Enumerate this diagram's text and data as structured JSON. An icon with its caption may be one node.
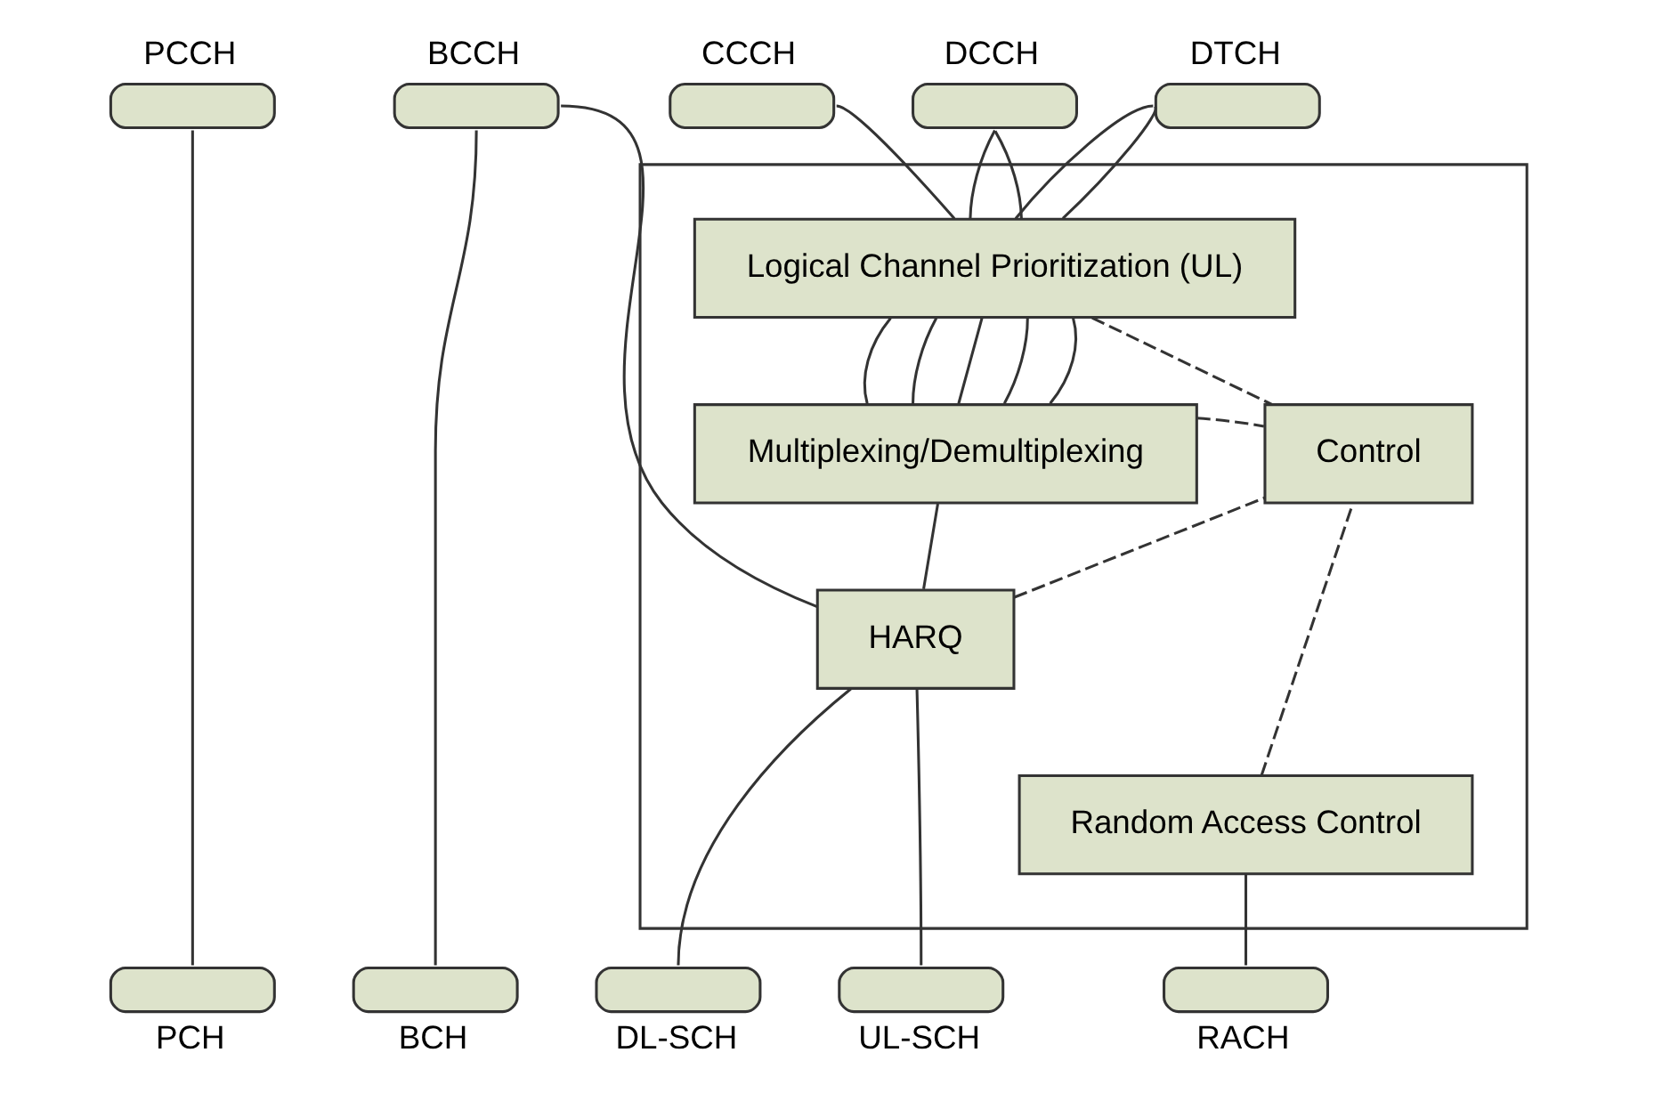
{
  "diagram": {
    "nodes": [
      {
        "text": [
          "PCCH"
        ]
      },
      {
        "text": [
          "BCCH"
        ]
      },
      {
        "text": [
          "CCCH"
        ]
      },
      {
        "text": [
          "DCCH"
        ]
      },
      {
        "text": [
          "DTCH"
        ]
      },
      {
        "text": [],
        "shape": "box"
      },
      {
        "text": [
          "Logical Channel Prioritization (UL)"
        ],
        "in": 5
      },
      {
        "text": [
          "Multiplexing/Demultiplexing"
        ],
        "in": 5
      },
      {
        "text": [
          "Control"
        ],
        "in": 5
      },
      {
        "text": [
          "HARQ"
        ],
        "in": 5
      },
      {
        "text": [
          "Random Access Control"
        ],
        "in": 5
      },
      {
        "text": [
          "PCH"
        ]
      },
      {
        "text": [
          "BCH"
        ]
      },
      {
        "text": [
          "DL-SCH"
        ]
      },
      {
        "text": [
          "UL-SCH"
        ]
      },
      {
        "text": [
          "RACH"
        ]
      }
    ],
    "edges": [
      {
        "from": 0,
        "to": 11,
        "arrow": "none"
      },
      {
        "from": 1,
        "to": 12,
        "arrow": "none"
      },
      {
        "from": 1,
        "to": 9,
        "arrow": "none"
      },
      {
        "from": 2,
        "to": 6,
        "arrow": "none"
      },
      {
        "from": 3,
        "to": 6,
        "arrow": "none"
      },
      {
        "from": 3,
        "to": 6,
        "arrow": "none"
      },
      {
        "from": 4,
        "to": 6,
        "arrow": "none"
      },
      {
        "from": 4,
        "to": 6,
        "arrow": "none"
      },
      {
        "from": 6,
        "to": 7,
        "arrow": "none"
      },
      {
        "from": 6,
        "to": 7,
        "arrow": "none"
      },
      {
        "from": 6,
        "to": 7,
        "arrow": "none"
      },
      {
        "from": 6,
        "to": 7,
        "arrow": "none"
      },
      {
        "from": 6,
        "to": 7,
        "arrow": "none"
      },
      {
        "from": 7,
        "to": 9,
        "arrow": "none"
      },
      {
        "from": 9,
        "to": 13,
        "arrow": "none"
      },
      {
        "from": 9,
        "to": 14,
        "arrow": "none"
      },
      {
        "from": 10,
        "to": 15,
        "arrow": "none"
      },
      {
        "from": 6,
        "to": 8,
        "arrow": "none",
        "style": "dashed"
      },
      {
        "from": 7,
        "to": 8,
        "arrow": "none",
        "style": "dashed"
      },
      {
        "from": 9,
        "to": 8,
        "arrow": "none",
        "style": "dashed"
      },
      {
        "from": 10,
        "to": 8,
        "arrow": "none",
        "style": "dashed"
      }
    ]
  }
}
